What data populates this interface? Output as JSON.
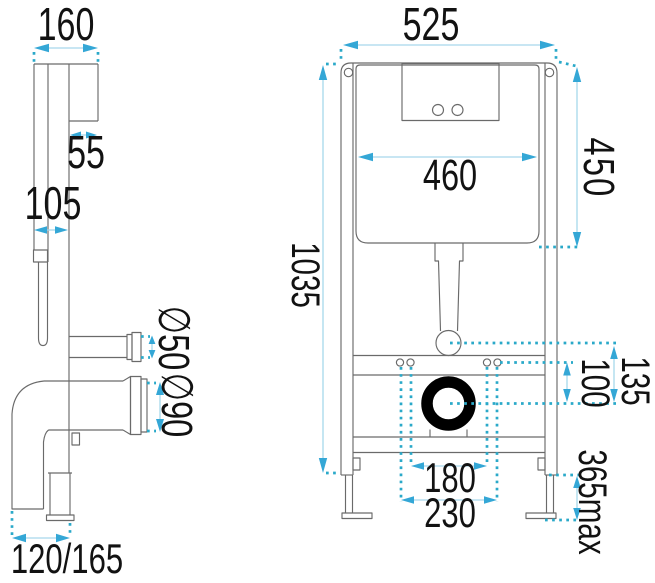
{
  "drawing": {
    "side_view": {
      "dim_width_top": "160",
      "dim_cistern_depth": "55",
      "dim_frame_depth": "105",
      "dim_inlet_pipe_diameter": "∅50",
      "dim_outlet_pipe_diameter": "∅90",
      "dim_floor_outlet_offset": "120/165"
    },
    "front_view": {
      "dim_frame_width": "525",
      "dim_frame_height": "1035",
      "dim_tank_width": "460",
      "dim_top_to_tank_bottom": "450",
      "dim_flushpipe_to_outlet": "135",
      "dim_fixings_to_outlet": "100",
      "dim_fixing_span_inner": "180",
      "dim_fixing_span_outer": "230",
      "dim_leg_adjustment": "365max"
    }
  },
  "colors": {
    "arrow": "#34a7d6",
    "shaft": "#a6d8ec",
    "dotted": "#2aa9c9",
    "outline": "#6a6a6a",
    "drain": "#000000",
    "text": "#121212",
    "background": "#ffffff"
  }
}
